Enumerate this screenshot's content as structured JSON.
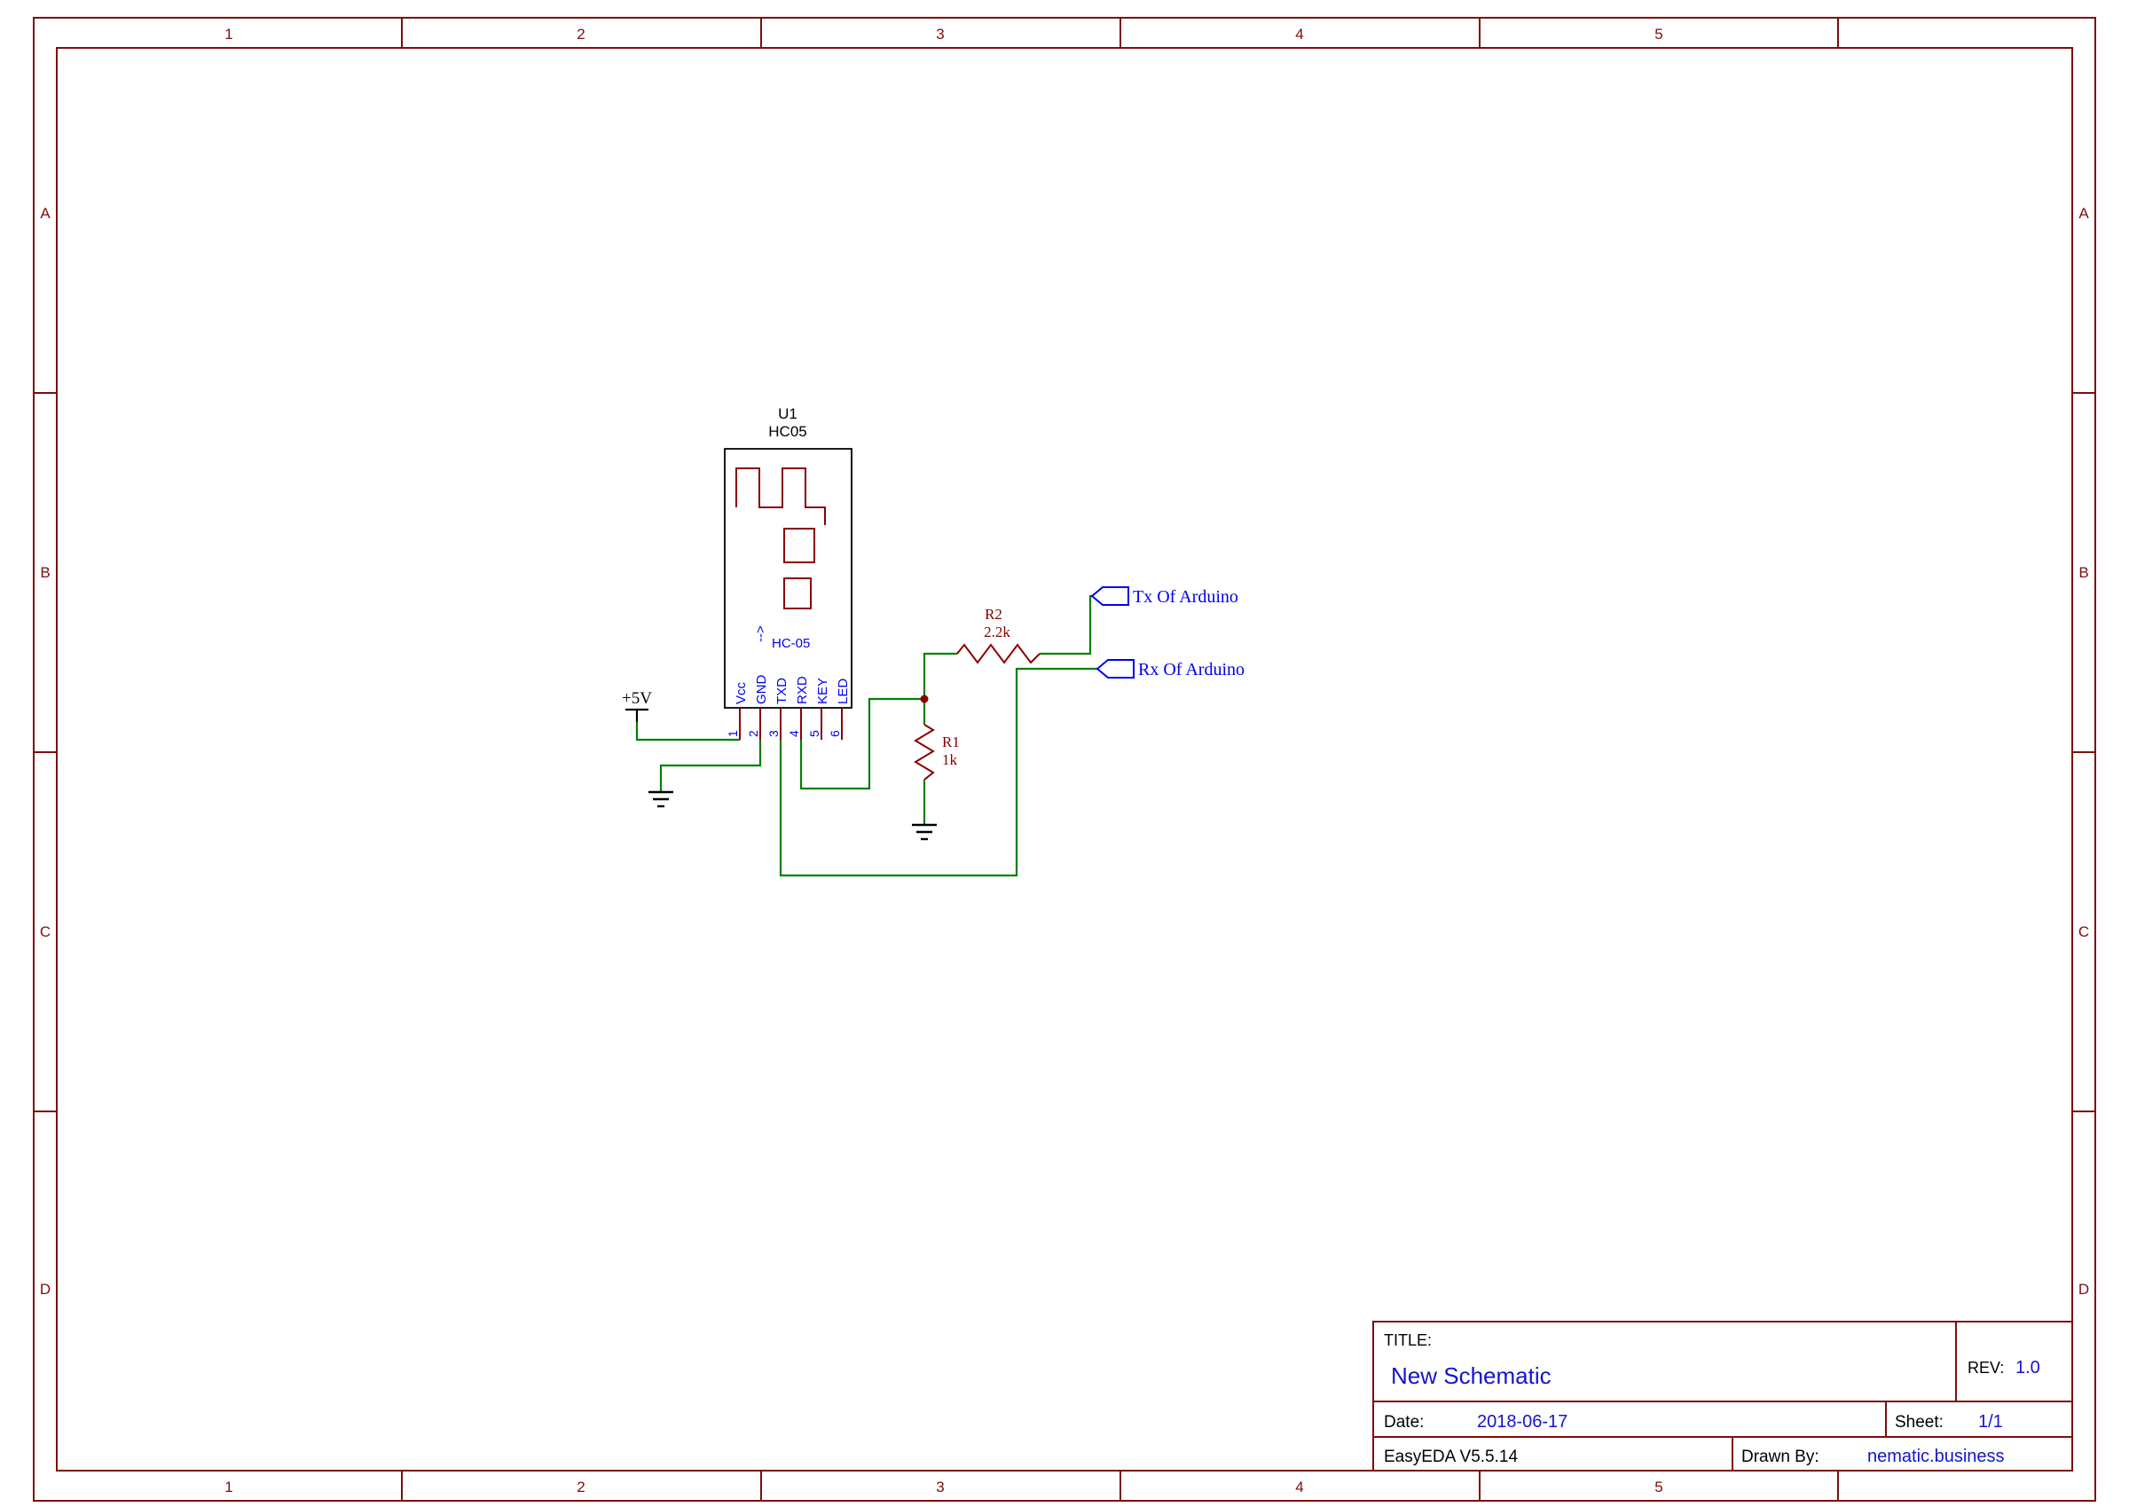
{
  "frame": {
    "columns": [
      "1",
      "2",
      "3",
      "4",
      "5"
    ],
    "rows": [
      "A",
      "B",
      "C",
      "D"
    ]
  },
  "schematic": {
    "u1": {
      "designator": "U1",
      "part_name": "HC05",
      "inner_label": "HC-05",
      "inner_arrow": "-->",
      "pins": [
        {
          "number": "1",
          "name": "Vcc"
        },
        {
          "number": "2",
          "name": "GND"
        },
        {
          "number": "3",
          "name": "TXD"
        },
        {
          "number": "4",
          "name": "RXD"
        },
        {
          "number": "5",
          "name": "KEY"
        },
        {
          "number": "6",
          "name": "LED"
        }
      ]
    },
    "r1": {
      "designator": "R1",
      "value": "1k"
    },
    "r2": {
      "designator": "R2",
      "value": "2.2k"
    },
    "power_flag": "+5V",
    "net_flags": {
      "tx": "Tx Of Arduino",
      "rx": "Rx Of Arduino"
    }
  },
  "title_block": {
    "title_label": "TITLE:",
    "title": "New Schematic",
    "rev_label": "REV:",
    "rev": "1.0",
    "date_label": "Date:",
    "date": "2018-06-17",
    "sheet_label": "Sheet:",
    "sheet": "1/1",
    "tool_version": "EasyEDA V5.5.14",
    "drawn_by_label": "Drawn By:",
    "drawn_by": "nematic.business"
  },
  "colors": {
    "frame": "#7d0d0d",
    "wire": "#008000",
    "symbol": "#8b0000",
    "label_blue": "#0000ee",
    "value_maroon": "#800000",
    "title_blue": "#1414cc"
  }
}
